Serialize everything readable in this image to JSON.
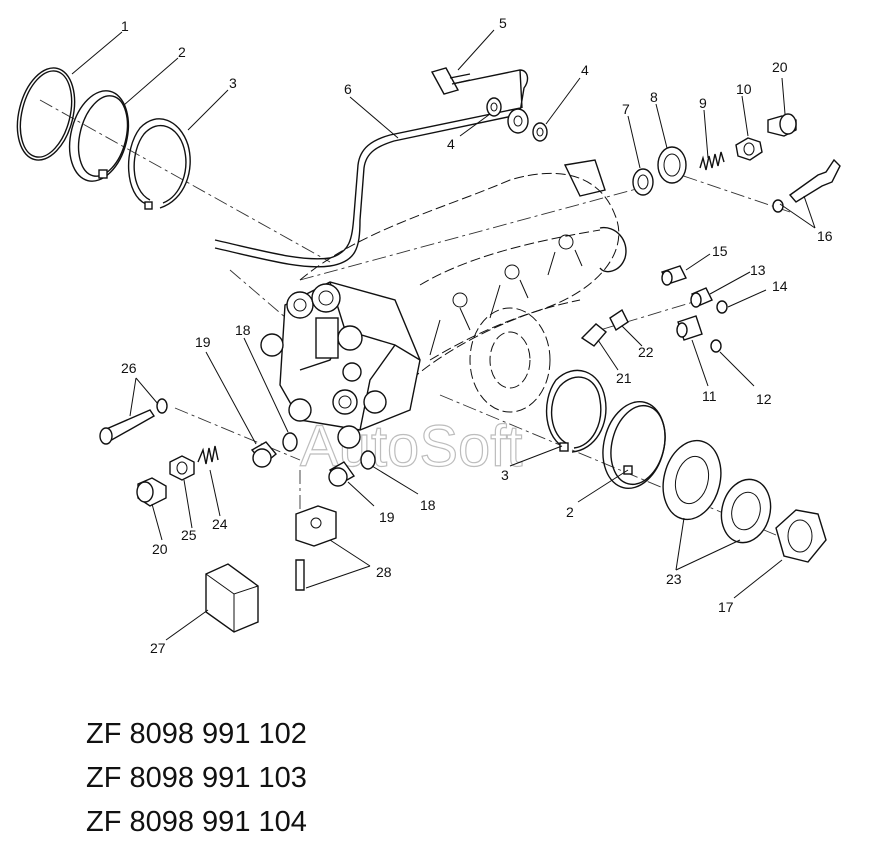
{
  "watermark": "AutoSoft",
  "part_codes": [
    "ZF 8098 991 102",
    "ZF 8098 991 103",
    "ZF 8098 991 104"
  ],
  "callouts": {
    "c1": "1",
    "c2a": "2",
    "c3a": "3",
    "c6": "6",
    "c5": "5",
    "c4a": "4",
    "c4b": "4",
    "c7": "7",
    "c8": "8",
    "c9": "9",
    "c10": "10",
    "c20a": "20",
    "c16": "16",
    "c15": "15",
    "c13": "13",
    "c14": "14",
    "c22": "22",
    "c21": "21",
    "c11": "11",
    "c12": "12",
    "c26": "26",
    "c19a": "19",
    "c18a": "18",
    "c20b": "20",
    "c25": "25",
    "c24": "24",
    "c19b": "19",
    "c18b": "18",
    "c3b": "3",
    "c2b": "2",
    "c23": "23",
    "c17": "17",
    "c28": "28",
    "c27": "27"
  }
}
